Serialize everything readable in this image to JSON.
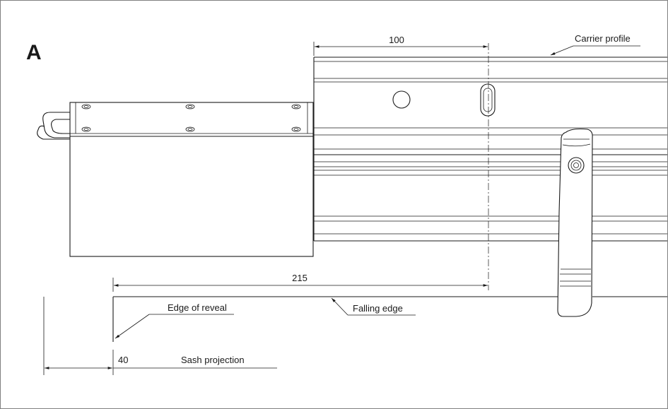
{
  "figure": {
    "label": "A"
  },
  "labels": {
    "carrier_profile": "Carrier profile",
    "edge_of_reveal": "Edge of reveal",
    "falling_edge": "Falling edge",
    "sash_projection": "Sash projection"
  },
  "dimensions": {
    "top": "100",
    "middle": "215",
    "bottom": "40"
  }
}
